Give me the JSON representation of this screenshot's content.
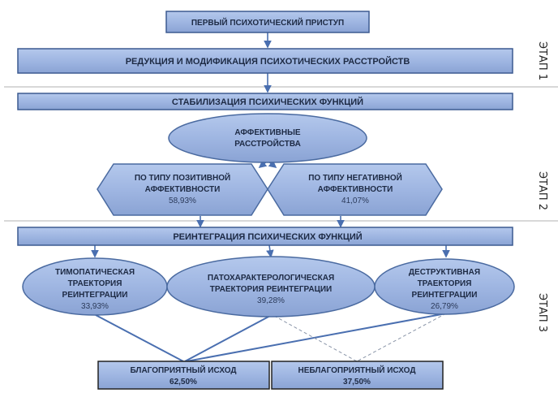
{
  "stage1": {
    "label": "ЭТАП 1",
    "first_episode": "ПЕРВЫЙ ПСИХОТИЧЕСКИЙ ПРИСТУП",
    "reduction": "РЕДУКЦИЯ И МОДИФИКАЦИЯ ПСИХОТИЧЕСКИХ РАССТРОЙСТВ"
  },
  "stage2": {
    "label": "ЭТАП 2",
    "stabilization": "СТАБИЛИЗАЦИЯ ПСИХИЧЕСКИХ ФУНКЦИЙ",
    "affective": {
      "line1": "АФФЕКТИВНЫЕ",
      "line2": "РАССТРОЙСТВА"
    },
    "positive": {
      "line1": "ПО ТИПУ ПОЗИТИВНОЙ",
      "line2": "АФФЕКТИВНОСТИ",
      "percent": "58,93%"
    },
    "negative": {
      "line1": "ПО ТИПУ НЕГАТИВНОЙ",
      "line2": "АФФЕКТИВНОСТИ",
      "percent": "41,07%"
    }
  },
  "stage3": {
    "label": "ЭТАП 3",
    "reintegration": "РЕИНТЕГРАЦИЯ ПСИХИЧЕСКИХ ФУНКЦИЙ",
    "thymopathic": {
      "line1": "ТИМОПАТИЧЕСКАЯ",
      "line2": "ТРАЕКТОРИЯ",
      "line3": "РЕИНТЕГРАЦИИ",
      "percent": "33,93%"
    },
    "pathocharacterological": {
      "line1": "ПАТОХАРАКТЕРОЛОГИЧЕСКАЯ",
      "line2": "ТРАЕКТОРИЯ РЕИНТЕГРАЦИИ",
      "percent": "39,28%"
    },
    "destructive": {
      "line1": "ДЕСТРУКТИВНАЯ",
      "line2": "ТРАЕКТОРИЯ",
      "line3": "РЕИНТЕГРАЦИИ",
      "percent": "26,79%"
    },
    "favorable": {
      "label": "БЛАГОПРИЯТНЫЙ ИСХОД",
      "percent": "62,50%"
    },
    "unfavorable": {
      "label": "НЕБЛАГОПРИЯТНЫЙ ИСХОД",
      "percent": "37,50%"
    }
  }
}
